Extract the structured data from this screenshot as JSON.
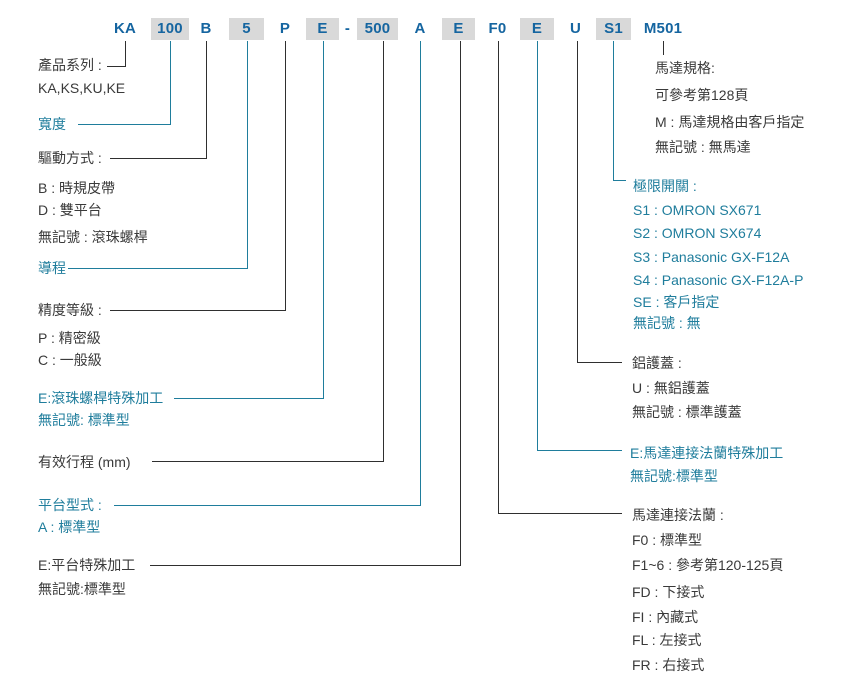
{
  "model_code": {
    "full": "KA 100 B 5 P E - 500 A E F0 E U S1 M501",
    "segments": [
      "KA",
      "100",
      "B",
      "5",
      "P",
      "E",
      "-",
      "500",
      "A",
      "E",
      "F0",
      "E",
      "U",
      "S1",
      "M501"
    ]
  },
  "colors": {
    "code_blue": "#1565a0",
    "teal": "#1f7d9c",
    "dark_text": "#3a3a3a",
    "segment_shade": "#d9d9d9"
  },
  "sections": {
    "series": {
      "title": "產品系列 :",
      "items": [
        "KA,KS,KU,KE"
      ]
    },
    "width": {
      "title": "寬度",
      "items": []
    },
    "drive": {
      "title": "驅動方式 :",
      "items": [
        "B : 時規皮帶",
        "D : 雙平台",
        "無記號 : 滾珠螺桿"
      ]
    },
    "lead": {
      "title": "導程",
      "items": []
    },
    "accuracy": {
      "title": "精度等級 :",
      "items": [
        "P : 精密級",
        "C : 一般級"
      ]
    },
    "ballscrew_special": {
      "title": "E:滾珠螺桿特殊加工",
      "items": [
        "無記號: 標準型"
      ]
    },
    "stroke": {
      "title": "有效行程 (mm)",
      "items": []
    },
    "table_type": {
      "title": "平台型式 :",
      "items": [
        "A : 標準型"
      ]
    },
    "table_special": {
      "title": "E:平台特殊加工",
      "items": [
        "無記號:標準型"
      ]
    },
    "motor_spec": {
      "title": "馬達規格:",
      "items": [
        "可參考第128頁",
        "M : 馬達規格由客戶指定",
        "無記號 : 無馬達"
      ]
    },
    "limit_switch": {
      "title": "極限開關 :",
      "items": [
        "S1 :  OMRON SX671",
        "S2 :  OMRON SX674",
        "S3 :  Panasonic GX-F12A",
        "S4 :  Panasonic GX-F12A-P",
        "SE :  客戶指定",
        "無記號 : 無"
      ]
    },
    "cover": {
      "title": "鋁護蓋 :",
      "items": [
        "U : 無鋁護蓋",
        "無記號 : 標準護蓋"
      ]
    },
    "flange_special": {
      "title": "E:馬達連接法蘭特殊加工",
      "items": [
        "無記號:標準型"
      ]
    },
    "flange": {
      "title": "馬達連接法蘭 :",
      "items": [
        "F0 : 標準型",
        "F1~6 : 參考第120-125頁",
        "FD : 下接式",
        "FI : 內藏式",
        "FL : 左接式",
        "FR : 右接式"
      ]
    }
  }
}
